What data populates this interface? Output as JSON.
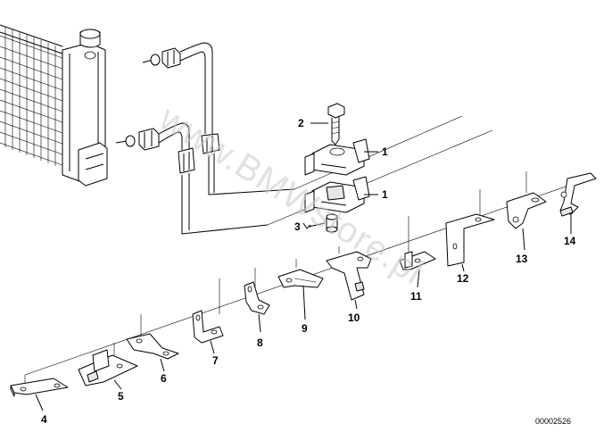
{
  "diagram": {
    "watermark": "www.BMWstore.pl",
    "reference_code": "00002526",
    "labels": {
      "p1a": "1",
      "p1b": "1",
      "p2": "2",
      "p3": "3",
      "p4": "4",
      "p5": "5",
      "p6": "6",
      "p7": "7",
      "p8": "8",
      "p9": "9",
      "p10": "10",
      "p11": "11",
      "p12": "12",
      "p13": "13",
      "p14": "14"
    }
  }
}
